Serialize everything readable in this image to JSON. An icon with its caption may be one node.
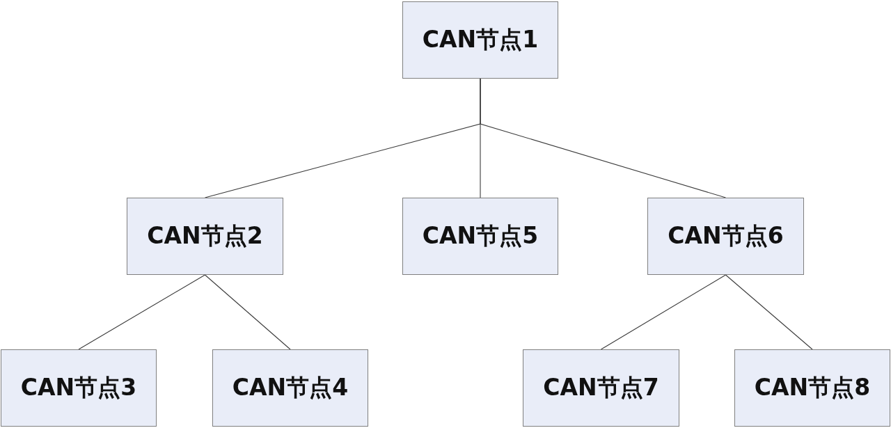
{
  "diagram": {
    "nodes": [
      {
        "text": [
          "CAN节点1"
        ]
      },
      {
        "text": [
          "CAN节点2"
        ]
      },
      {
        "text": [
          "CAN节点5"
        ]
      },
      {
        "text": [
          "CAN节点6"
        ]
      },
      {
        "text": [
          "CAN节点3"
        ]
      },
      {
        "text": [
          "CAN节点4"
        ]
      },
      {
        "text": [
          "CAN节点7"
        ]
      },
      {
        "text": [
          "CAN节点8"
        ]
      }
    ],
    "edges": [
      {
        "from": 0,
        "to": 1,
        "arrow": "none"
      },
      {
        "from": 0,
        "to": 2,
        "arrow": "none"
      },
      {
        "from": 0,
        "to": 3,
        "arrow": "none"
      },
      {
        "from": 1,
        "to": 4,
        "arrow": "none"
      },
      {
        "from": 1,
        "to": 5,
        "arrow": "none"
      },
      {
        "from": 3,
        "to": 6,
        "arrow": "none"
      },
      {
        "from": 3,
        "to": 7,
        "arrow": "none"
      }
    ]
  }
}
